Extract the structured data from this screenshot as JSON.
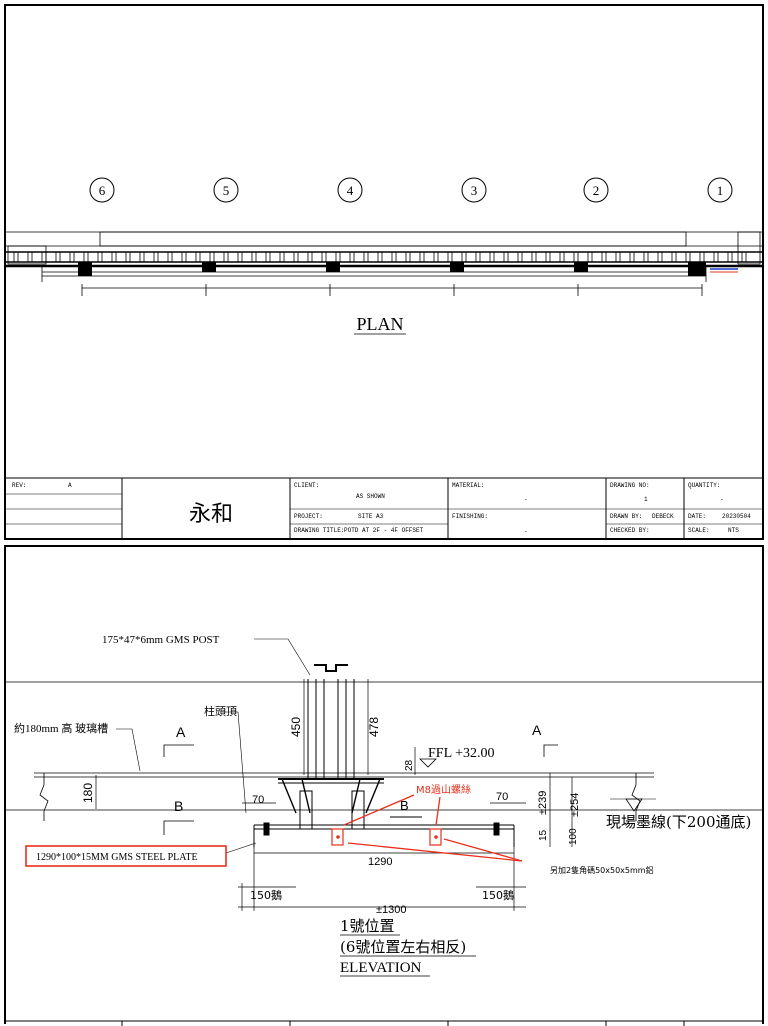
{
  "plan": {
    "grid_labels": [
      "6",
      "5",
      "4",
      "3",
      "2",
      "1"
    ],
    "title": "PLAN"
  },
  "title_block": {
    "rev_label": "REV:",
    "rev_value": "A",
    "company": "永和",
    "client_label": "CLIENT:",
    "client_value": "AS SHOWN",
    "project_label": "PROJECT:",
    "project_value": "SITE A3",
    "drawing_title_label": "DRAWING TITLE:",
    "drawing_title_value": "POTD AT 2F - 4F OFFSET",
    "material_label": "MATERIAL:",
    "material_value": "-",
    "finishing_label": "FINISHING:",
    "finishing_value": "-",
    "drawing_no_label": "DRAWING NO:",
    "drawing_no_value": "1",
    "drawn_by_label": "DRAWN BY:",
    "drawn_by_value": "DEBECK",
    "checked_by_label": "CHECKED BY:",
    "quantity_label": "QUANTITY:",
    "quantity_value": "-",
    "date_label": "DATE:",
    "date_value": "20230504",
    "scale_label": "SCALE:",
    "scale_value": "NTS"
  },
  "elevation": {
    "post_label": "175*47*6mm GMS POST",
    "glass_label": "約180mm 高 玻璃槽",
    "column_top_label": "柱頭頂",
    "section_a": "A",
    "section_b": "B",
    "dim_450": "450",
    "dim_478": "478",
    "dim_28": "28",
    "ffl_label": "FFL +32.00",
    "dim_180": "180",
    "dim_70_left": "70",
    "dim_70_right": "70",
    "bolt_label": "M8過山螺絲",
    "dim_239": "±239",
    "dim_254": "±254",
    "dim_15": "15",
    "dim_100": "100",
    "site_line_label": "現場墨線(下200通底)",
    "plate_label": "1290*100*15MM GMS STEEL PLATE",
    "dim_1290": "1290",
    "angle_label": "另加2隻角碼50x50x5mm鋁",
    "dim_150_left": "150鵝",
    "dim_150_right": "150鵝",
    "dim_1300": "±1300",
    "pos_label": "1號位置",
    "mirror_label": "(6號位置左右相反)",
    "view_title": "ELEVATION"
  },
  "colors": {
    "annotation": "#e8301c",
    "line": "#000000"
  }
}
